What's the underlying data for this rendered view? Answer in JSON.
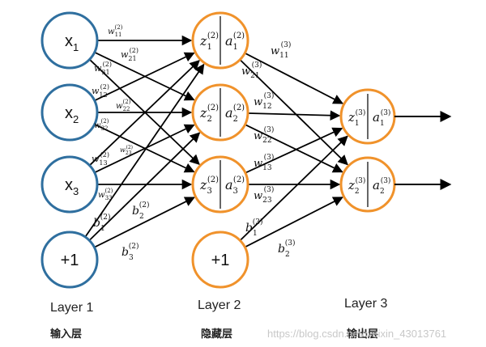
{
  "layer1": {
    "nodes": [
      {
        "main": "x",
        "sub": "1"
      },
      {
        "main": "x",
        "sub": "2"
      },
      {
        "main": "x",
        "sub": "3"
      },
      {
        "main": "+1",
        "sub": ""
      }
    ],
    "label": "Layer  1",
    "cn_label": "输入层",
    "color": "#2f6f9f"
  },
  "layer2": {
    "nodes": [
      {
        "z": "z",
        "zsub": "1",
        "zsup": "(2)",
        "a": "a",
        "asub": "1",
        "asup": "(2)"
      },
      {
        "z": "z",
        "zsub": "2",
        "zsup": "(2)",
        "a": "a",
        "asub": "2",
        "asup": "(2)"
      },
      {
        "z": "z",
        "zsub": "3",
        "zsup": "(2)",
        "a": "a",
        "asub": "3",
        "asup": "(2)"
      }
    ],
    "bias": "+1",
    "label": "Layer  2",
    "cn_label": "隐藏层",
    "color": "#f0922b"
  },
  "layer3": {
    "nodes": [
      {
        "z": "z",
        "zsub": "1",
        "zsup": "(3)",
        "a": "a",
        "asub": "1",
        "asup": "(3)"
      },
      {
        "z": "z",
        "zsub": "2",
        "zsup": "(3)",
        "a": "a",
        "asub": "2",
        "asup": "(3)"
      }
    ],
    "label": "Layer  3",
    "cn_label": "输出层",
    "color": "#f0922b"
  },
  "weights_l1": [
    {
      "sym": "w",
      "sub": "11",
      "sup": "(2)"
    },
    {
      "sym": "w",
      "sub": "21",
      "sup": "(2)"
    },
    {
      "sym": "w",
      "sub": "31",
      "sup": "(2)"
    },
    {
      "sym": "w",
      "sub": "12",
      "sup": "(2)"
    },
    {
      "sym": "w",
      "sub": "22",
      "sup": "(2)"
    },
    {
      "sym": "w",
      "sub": "32",
      "sup": "(2)"
    },
    {
      "sym": "w",
      "sub": "13",
      "sup": "(2)"
    },
    {
      "sym": "w",
      "sub": "23",
      "sup": "(2)"
    },
    {
      "sym": "w",
      "sub": "33",
      "sup": "(2)"
    },
    {
      "sym": "b",
      "sub": "1",
      "sup": "(2)"
    },
    {
      "sym": "b",
      "sub": "2",
      "sup": "(2)"
    },
    {
      "sym": "b",
      "sub": "3",
      "sup": "(2)"
    }
  ],
  "weights_l2": [
    {
      "sym": "w",
      "sub": "11",
      "sup": "(3)"
    },
    {
      "sym": "w",
      "sub": "21",
      "sup": "(3)"
    },
    {
      "sym": "w",
      "sub": "12",
      "sup": "(3)"
    },
    {
      "sym": "w",
      "sub": "22",
      "sup": "(3)"
    },
    {
      "sym": "w",
      "sub": "13",
      "sup": "(3)"
    },
    {
      "sym": "w",
      "sub": "23",
      "sup": "(3)"
    },
    {
      "sym": "b",
      "sub": "1",
      "sup": "(3)"
    },
    {
      "sym": "b",
      "sub": "2",
      "sup": "(3)"
    }
  ],
  "watermark": "https://blog.csdn.net/weixin_43013761"
}
